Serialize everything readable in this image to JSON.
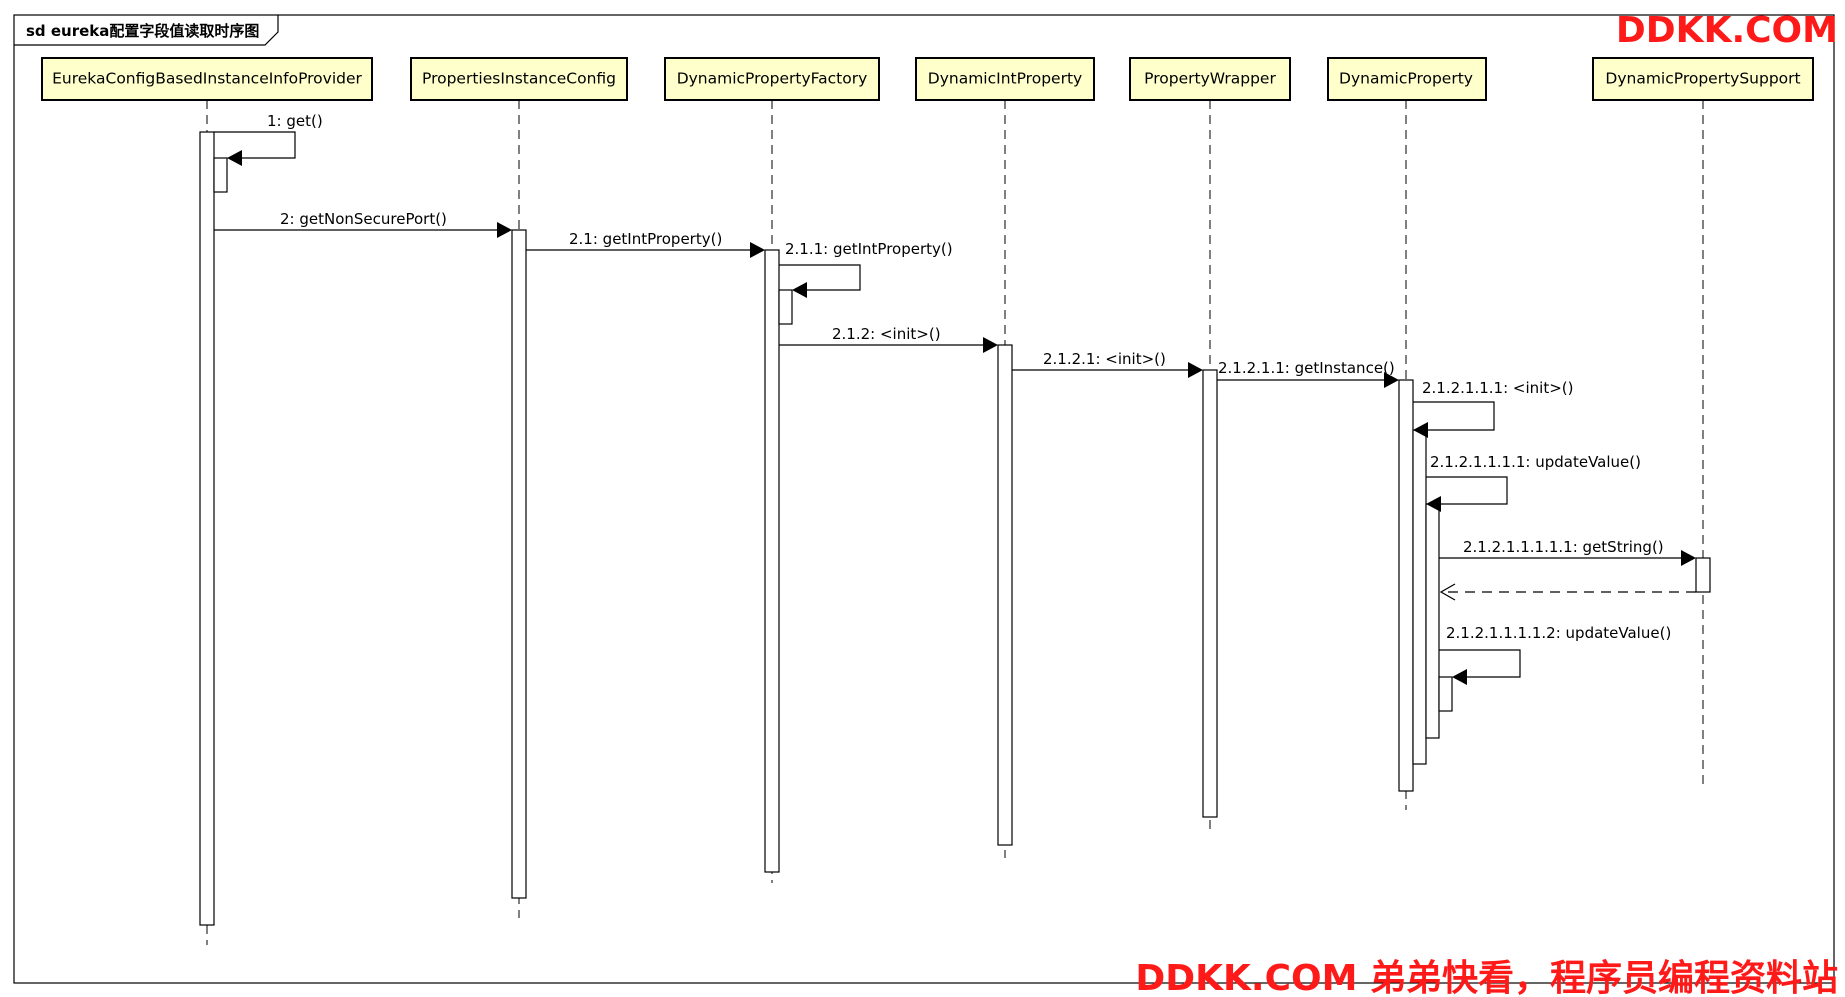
{
  "frame_title": "sd eureka配置字段值读取时序图",
  "watermark_top": "DDKK.COM",
  "watermark_bottom": "DDKK.COM 弟弟快看，程序员编程资料站",
  "colors": {
    "lifeline_fill": "#ffffcc",
    "watermark": "#ff1a1a"
  },
  "lifelines": [
    {
      "id": "eureka",
      "label": "EurekaConfigBasedInstanceInfoProvider"
    },
    {
      "id": "props",
      "label": "PropertiesInstanceConfig"
    },
    {
      "id": "factory",
      "label": "DynamicPropertyFactory"
    },
    {
      "id": "intprop",
      "label": "DynamicIntProperty"
    },
    {
      "id": "wrapper",
      "label": "PropertyWrapper"
    },
    {
      "id": "dynprop",
      "label": "DynamicProperty"
    },
    {
      "id": "support",
      "label": "DynamicPropertySupport"
    }
  ],
  "messages": [
    {
      "label": "1: get()",
      "from": "eureka",
      "to": "eureka",
      "kind": "self"
    },
    {
      "label": "2: getNonSecurePort()",
      "from": "eureka",
      "to": "props",
      "kind": "call"
    },
    {
      "label": "2.1: getIntProperty()",
      "from": "props",
      "to": "factory",
      "kind": "call"
    },
    {
      "label": "2.1.1: getIntProperty()",
      "from": "factory",
      "to": "factory",
      "kind": "self"
    },
    {
      "label": "2.1.2: <init>()",
      "from": "factory",
      "to": "intprop",
      "kind": "call"
    },
    {
      "label": "2.1.2.1: <init>()",
      "from": "intprop",
      "to": "wrapper",
      "kind": "call"
    },
    {
      "label": "2.1.2.1.1: getInstance()",
      "from": "wrapper",
      "to": "dynprop",
      "kind": "call"
    },
    {
      "label": "2.1.2.1.1.1: <init>()",
      "from": "dynprop",
      "to": "dynprop",
      "kind": "self"
    },
    {
      "label": "2.1.2.1.1.1.1: updateValue()",
      "from": "dynprop",
      "to": "dynprop",
      "kind": "self"
    },
    {
      "label": "2.1.2.1.1.1.1.1: getString()",
      "from": "dynprop",
      "to": "support",
      "kind": "call"
    },
    {
      "label": "",
      "from": "support",
      "to": "dynprop",
      "kind": "return"
    },
    {
      "label": "2.1.2.1.1.1.1.2: updateValue()",
      "from": "dynprop",
      "to": "dynprop",
      "kind": "self"
    }
  ]
}
